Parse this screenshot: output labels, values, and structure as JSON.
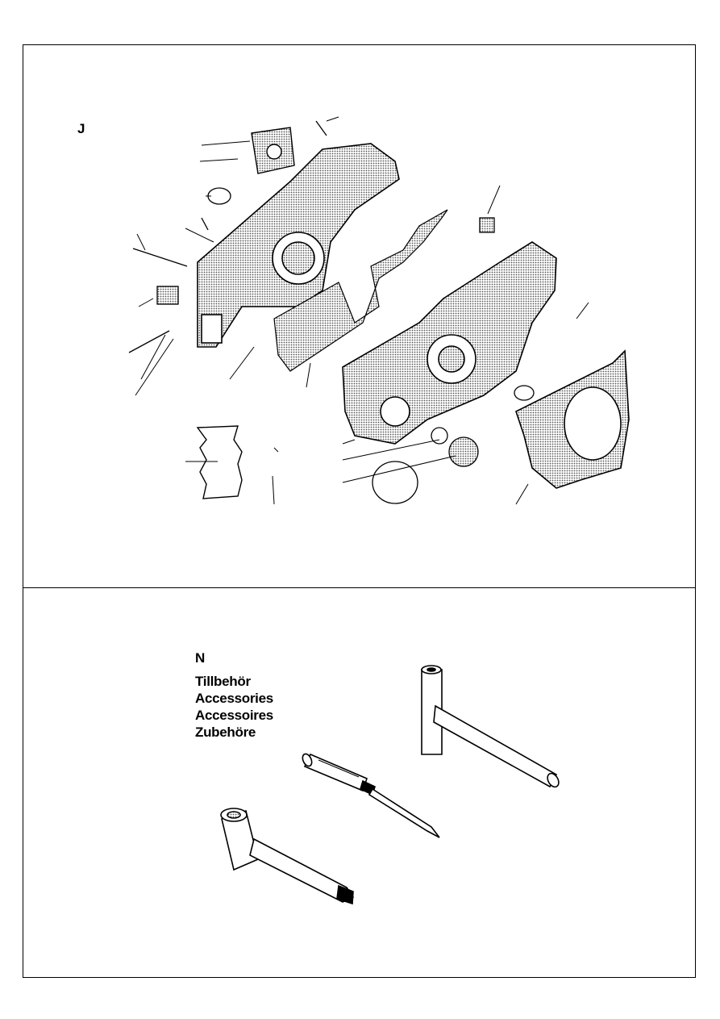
{
  "sections": {
    "top": {
      "label": "J",
      "figure": "exploded-crankcase-illustration"
    },
    "bottom": {
      "label": "N",
      "title_lines": [
        "Tillbehör",
        "Accessories",
        "Accessoires",
        "Zubehöre"
      ],
      "figure": "accessory-tools-illustration"
    }
  }
}
